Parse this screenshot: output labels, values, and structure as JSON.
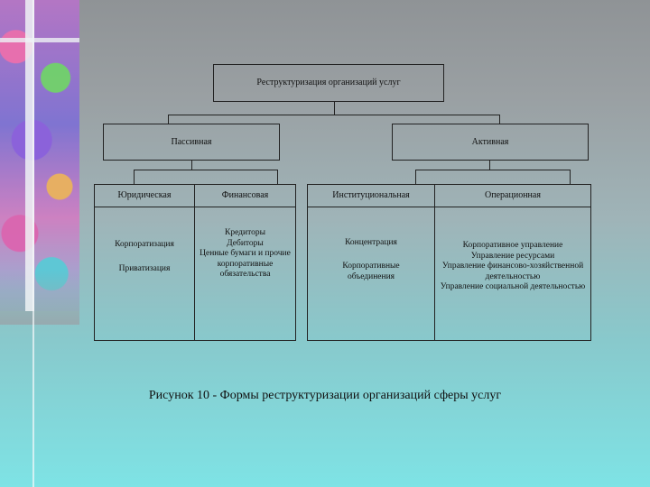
{
  "diagram": {
    "root": "Реструктуризация организаций услуг",
    "level1": [
      "Пассивная",
      "Активная"
    ],
    "level2": [
      "Юридическая",
      "Финансовая",
      "Институциональная",
      "Операционная"
    ],
    "level3": {
      "legal": [
        "Корпоратизация",
        "Приватизация"
      ],
      "financial": "Кредиторы\nДебиторы\nЦенные бумаги и прочие корпоративные обязательства",
      "institutional": [
        "Концентрация",
        "Корпоративные объединения"
      ],
      "operational": "Корпоративное управление\nУправление ресурсами\nУправление финансово-хозяйственной деятельностью\nУправление социальной деятельностью"
    }
  },
  "caption": "Рисунок 10 - Формы реструктуризации организаций сферы услуг"
}
